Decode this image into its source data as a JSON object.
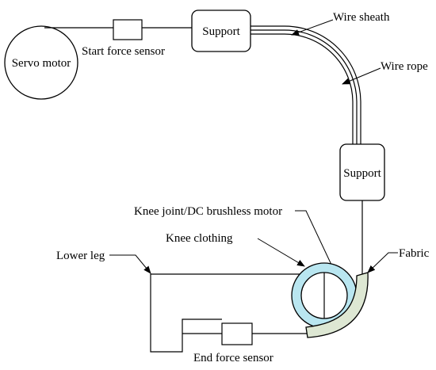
{
  "labels": {
    "servo_motor": "Servo motor",
    "start_force_sensor": "Start force sensor",
    "support_top": "Support",
    "support_right": "Support",
    "wire_sheath": "Wire sheath",
    "wire_rope": "Wire rope",
    "knee_joint_motor": "Knee joint/DC brushless  motor",
    "knee_clothing": "Knee clothing",
    "lower_leg": "Lower leg",
    "fabric": "Fabric",
    "end_force_sensor": "End force sensor"
  },
  "colors": {
    "knee_clothing_fill": "#b9e6f0",
    "fabric_fill": "#dde7d3",
    "stroke": "#000000"
  }
}
